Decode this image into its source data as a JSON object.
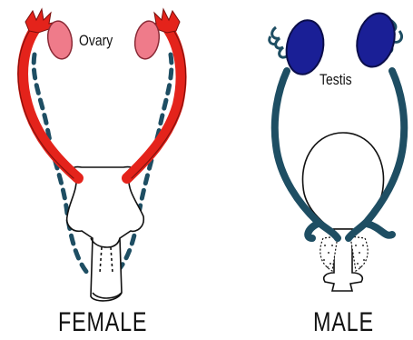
{
  "labels": {
    "ovary": "Ovary",
    "testis": "Testis",
    "female": "FEMALE",
    "male": "MALE"
  },
  "colors": {
    "mullerian_duct": "#e4231b",
    "ovary": "#ef7b8a",
    "wolffian_duct": "#1e4e63",
    "testis": "#1a1f96",
    "outline": "#111111"
  }
}
